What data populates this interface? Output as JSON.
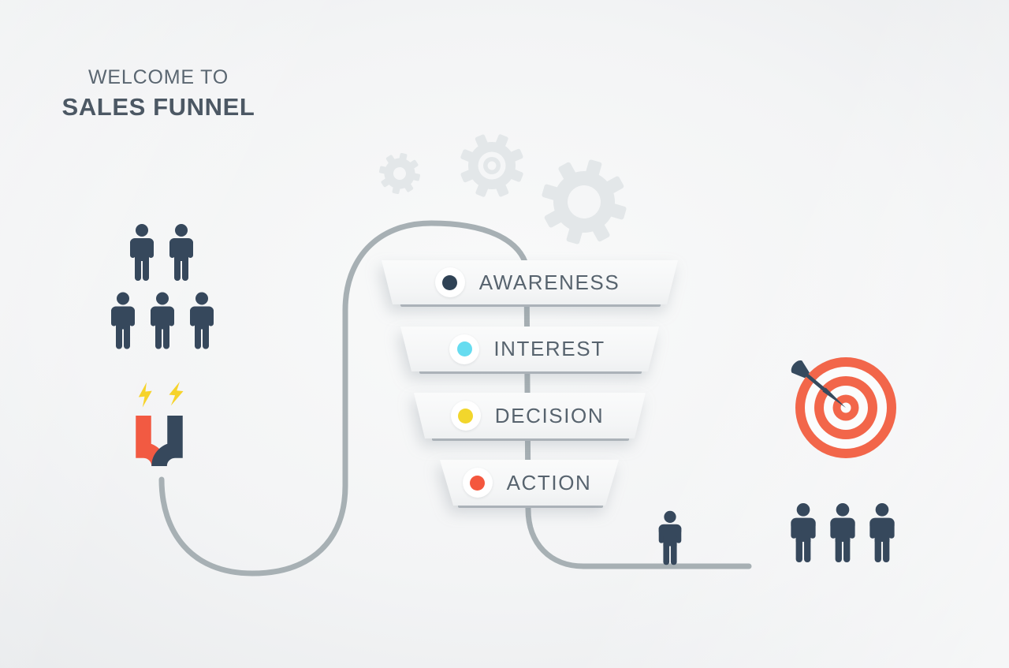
{
  "title": {
    "line1": "WELCOME TO",
    "line2": "SALES FUNNEL"
  },
  "funnel": {
    "stages": [
      {
        "label": "AWARENESS",
        "dot_color": "#2f4255"
      },
      {
        "label": "INTEREST",
        "dot_color": "#66dcf0"
      },
      {
        "label": "DECISION",
        "dot_color": "#f2d62c"
      },
      {
        "label": "ACTION",
        "dot_color": "#f4573e"
      }
    ]
  },
  "scene": {
    "left_audience_people": 5,
    "gears": 3,
    "funnel_exit_person": 1,
    "right_customer_people": 3
  },
  "colors": {
    "background": "#f0f2f3",
    "people_navy": "#36485c",
    "flow_line_gray": "#a7b0b4",
    "gear_gray": "#e3e7e9",
    "magnet_red": "#f25a42",
    "magnet_navy": "#36485c",
    "bolt_yellow": "#f6d32b",
    "target_orange": "#f2664a",
    "dart_navy": "#364a5e",
    "stage_text": "#57636e",
    "title_text": "#4c5864"
  }
}
